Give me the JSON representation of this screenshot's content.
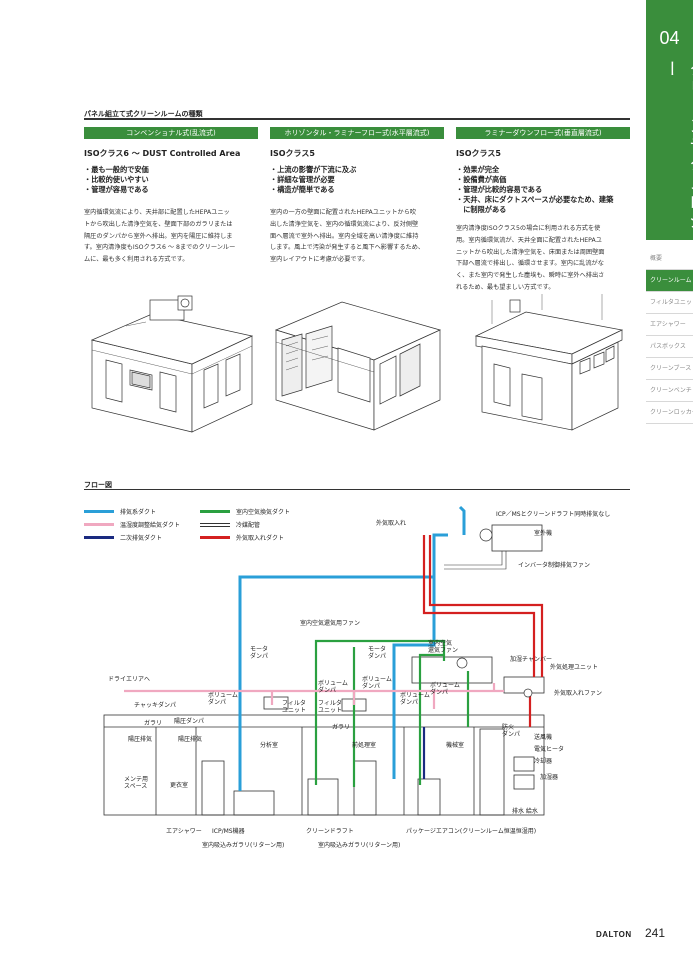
{
  "side": {
    "chapter_num": "04",
    "chapter_title": "クリーンテクノロジー",
    "nav": [
      "概要",
      "クリーンルーム",
      "フィルタユニット",
      "エアシャワー",
      "パスボックス",
      "クリーンブース",
      "クリーンベンチ",
      "クリーンロッカー"
    ],
    "active_index": 1,
    "accent": "#3a8e3c"
  },
  "section_title": "パネル組立て式クリーンルームの種類",
  "columns": [
    {
      "head": "コンベンショナル式(乱流式)",
      "iso": "ISOクラス6 ～ DUST Controlled Area",
      "bullets": [
        "・最も一般的で安価",
        "・比較的使いやすい",
        "・管理が容易である"
      ],
      "desc": [
        "室内循環気流により、天井部に配置したHEPAユニッ",
        "トから吹出した清浄空気を、壁面下部のガラリまたは",
        "隔圧のダンパから室外へ排出。室内を陽圧に維持しま",
        "す。室内清浄度もISOクラス6 ～ 8までのクリーンルー",
        "ムに、最も多く利用される方式です。"
      ]
    },
    {
      "head": "ホリゾンタル・ラミナーフロー式(水平層流式)",
      "iso": "ISOクラス5",
      "bullets": [
        "・上流の影響が下流に及ぶ",
        "・詳細な管理が必要",
        "・構造が簡単である"
      ],
      "desc": [
        "室内の一方の壁面に配置されたHEPAユニットから吹",
        "出した清浄空気を、室内の循環気流により、反対側壁",
        "面へ層流で室外へ排出。室内全域を高い清浄度に維持",
        "します。風上で汚染が発生すると風下へ影響するため、",
        "室内レイアウトに考慮が必要です。"
      ]
    },
    {
      "head": "ラミナーダウンフロー式(垂直層流式)",
      "iso": "ISOクラス5",
      "bullets": [
        "・効果が完全",
        "・設備費が高価",
        "・管理が比較的容易である",
        "・天井、床にダクトスペースが必要なため、建築",
        "　に制限がある"
      ],
      "desc": [
        "室内清浄度ISOクラス5の場合に利用される方式を使",
        "用。室内循環気流が、天井全面に配置されたHEPAユ",
        "ニットから吹出した清浄空気を、床面または周囲壁面",
        "下部へ層流で排出し、循環させます。室内に乱流がな",
        "く、また室内で発生した塵埃も、瞬時に室外へ排出さ",
        "れるため、最も望ましい方式です。"
      ]
    }
  ],
  "flow_title": "フロー図",
  "legend": [
    {
      "label": "排気系ダクト",
      "color": "#2a9fd8",
      "style": "solid"
    },
    {
      "label": "室内空気換気ダクト",
      "color": "#2aa040",
      "style": "solid"
    },
    {
      "label": "温湿度調整給気ダクト",
      "color": "#f0a8c0",
      "style": "solid"
    },
    {
      "label": "冷媒配管",
      "color": "#333333",
      "style": "double"
    },
    {
      "label": "二次排気ダクト",
      "color": "#1a2a80",
      "style": "solid"
    },
    {
      "label": "外気取入れダクト",
      "color": "#d42020",
      "style": "solid"
    }
  ],
  "labels": {
    "icp_exhaust": "ICP／MSとクリーンドラフト同時排気なし",
    "outdoor_unit": "室外機",
    "outside_air_in": "外気取入れ",
    "inverter_fan": "インバータ制御排気ファン",
    "ventilation_fan": "室内空気還気用ファン",
    "motor_damper_1": "モータ\nダンパ",
    "motor_damper_2": "モータ\nダンパ",
    "return_fan": "室内空気\n還気ファン",
    "humid_chamber": "加湿チャンバー",
    "oa_unit": "外気処理ユニット",
    "oa_fan": "外気取入れファン",
    "dry_area": "ドライエリアへ",
    "check_damper": "チャッキダンパ",
    "vol_damper_1": "ボリューム\nダンパ",
    "filter_unit_1": "フィルタ\nユニット",
    "filter_unit_2": "フィルタ\nユニット",
    "vol_damper_2": "ボリューム\nダンパ",
    "vol_damper_3": "ボリューム\nダンパ",
    "vol_damper_4": "ボリューム\nダンパ",
    "vol_damper_5": "ボリューム\nダンパ",
    "gallery_1": "ガラリ",
    "pressure_damper": "陽圧ダンパ",
    "gallery_2": "ガラリ",
    "pos_exhaust_1": "陽圧排気",
    "pos_exhaust_2": "陽圧排気",
    "analysis": "分析室",
    "pretreat": "前処理室",
    "machine": "機械室",
    "fire_damper": "防火\nダンパ",
    "blower": "送風機",
    "heater": "電気ヒータ",
    "cooler": "冷却器",
    "humidifier": "加湿器",
    "maint": "メンテ用\nスペース",
    "locker": "更衣室",
    "drain": "排水 給水",
    "airshower": "エアシャワー",
    "icpms": "ICP/MS機器",
    "clean_draft": "クリーンドラフト",
    "package_ac": "パッケージエアコン(クリーンルーム恒温恒湿用)",
    "return_gallery_1": "室内吸込みガラリ(リターン用)",
    "return_gallery_2": "室内吸込みガラリ(リターン用)"
  },
  "footer": {
    "logo": "DALTON",
    "page": "241"
  }
}
